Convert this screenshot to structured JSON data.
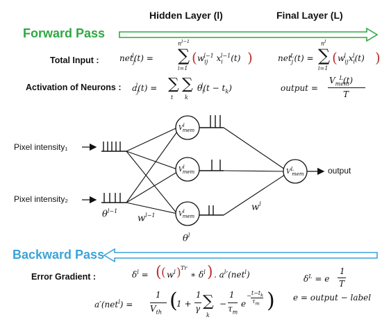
{
  "colors": {
    "forward": "#2ea843",
    "backward": "#3aa3d8",
    "ink": "#111111"
  },
  "headers": {
    "hidden": "Hidden Layer (l)",
    "final": "Final Layer (L)"
  },
  "forward": {
    "title": "Forward Pass",
    "total_input_label": "Total Input :",
    "activation_label": "Activation of Neurons :",
    "net_hidden": "net_j^l(t) = Σ_{i=1}^{n^{l-1}} ( w_ij^{l-1} x_i^{l-1}(t) )",
    "net_final": "net_j^L(t) = Σ_{i=1}^{n^l} ( w_ij^l x_i^l(t) )",
    "act_hidden": "a_j^l(t) = Σ_t Σ_k θ_i^l(t − t_k)",
    "act_final": "output = V_mem^L(t) / T"
  },
  "network": {
    "input1": "Pixel intensity₁",
    "input2": "Pixel intensity₂",
    "neuron_label": "V",
    "neuron_sup_hidden": "l",
    "neuron_sup_final": "L",
    "neuron_sub": "mem",
    "theta_prev": "θ^{l−1}",
    "w_prev": "w^{l−1}",
    "theta_l": "θ^l",
    "w_l": "w^l",
    "output": "output"
  },
  "backward": {
    "title": "Backward Pass",
    "error_label": "Error Gradient :",
    "delta_l": "δ^l = ((w^l)^{Tr} ∗ δ^l) . a^l′(net^l)",
    "delta_L": "δ^L = e (1/T)",
    "a_prime": "a′(net^l) = (1/V_th) (1 + (1/γ) Σ_k − (1/τ_m) e^{−(t−t_k)/τ_m})",
    "e_def": "e = output − label"
  }
}
